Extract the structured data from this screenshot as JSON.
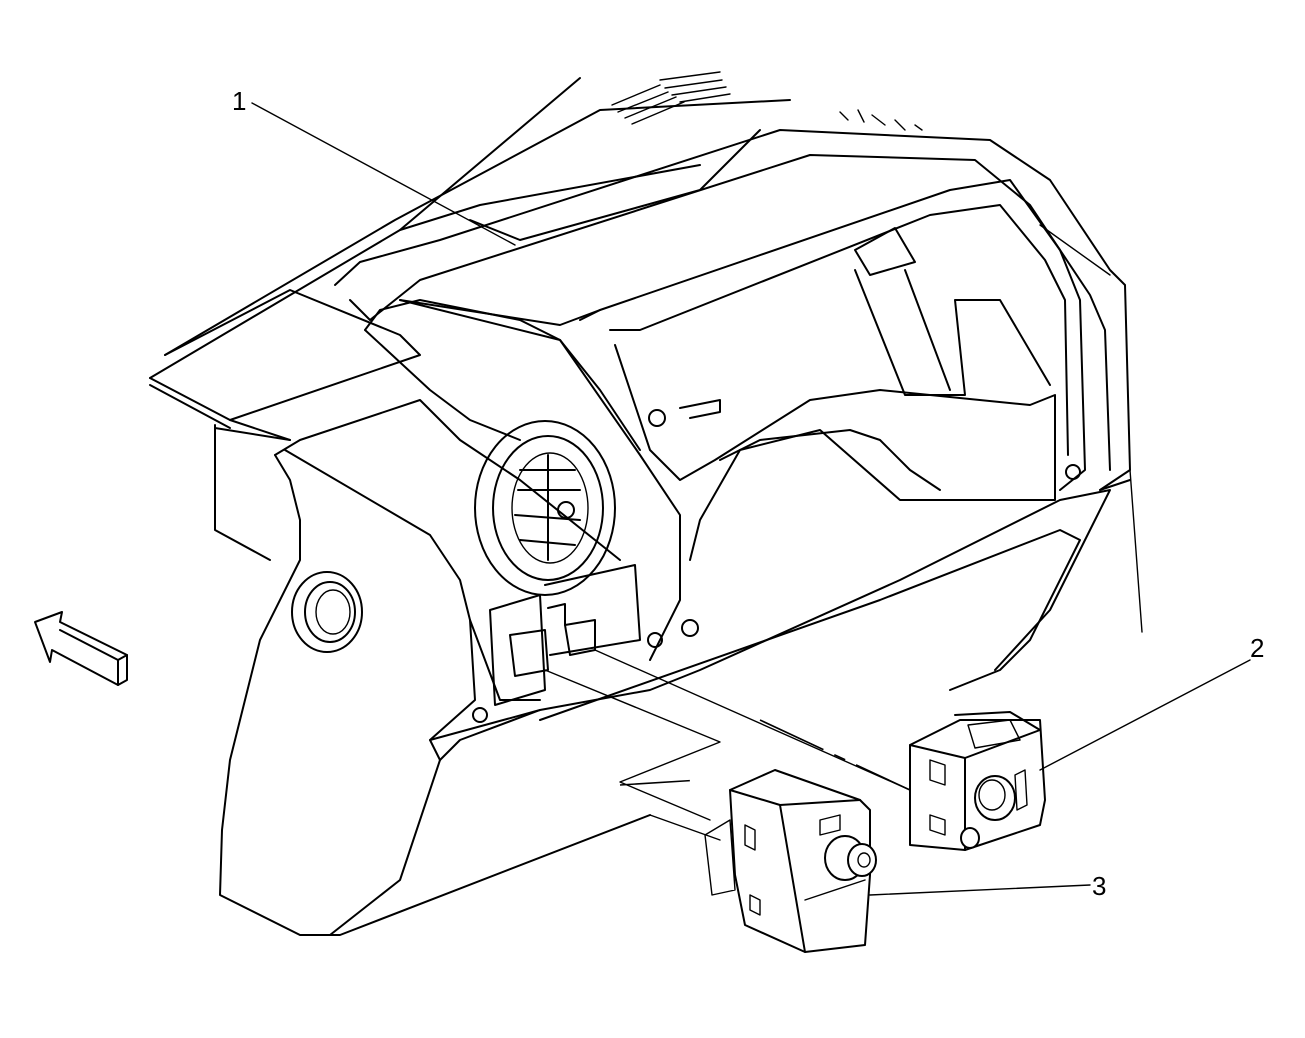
{
  "callouts": [
    {
      "id": "1",
      "label": "1"
    },
    {
      "id": "2",
      "label": "2"
    },
    {
      "id": "3",
      "label": "3"
    }
  ],
  "icons": {
    "direction_arrow": "front-arrow-icon"
  }
}
